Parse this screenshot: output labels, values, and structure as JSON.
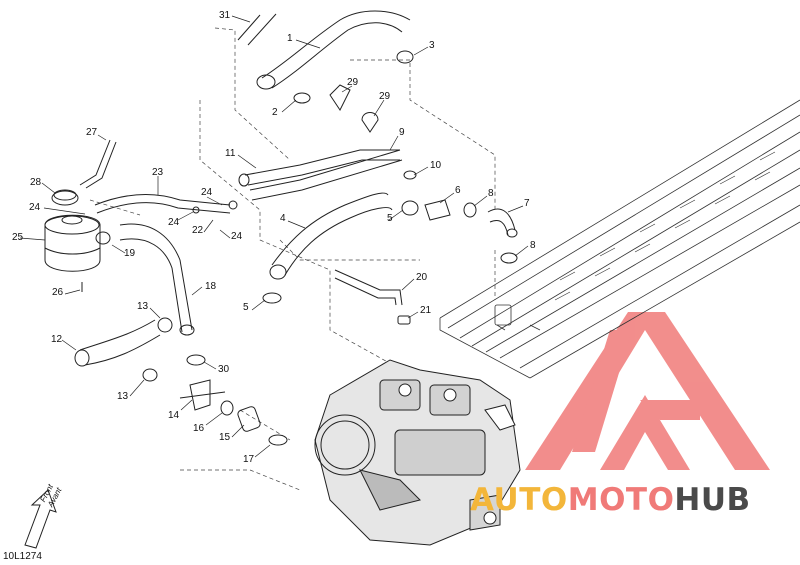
{
  "diagram": {
    "reference_code": "10L1274",
    "direction_label": {
      "line1": "Front",
      "line2": "Avant"
    },
    "watermark": {
      "part1": "AUTO",
      "part2": "MOTO",
      "part3": "HUB",
      "colors": {
        "gold": "#f3b63a",
        "salmon": "#f07a78",
        "dark": "#4a4a4a"
      }
    },
    "callouts": [
      "31",
      "1",
      "3",
      "2",
      "29",
      "29",
      "9",
      "11",
      "10",
      "27",
      "23",
      "6",
      "8",
      "7",
      "28",
      "24",
      "24",
      "24",
      "22",
      "24",
      "5",
      "4",
      "25",
      "19",
      "8",
      "18",
      "20",
      "26",
      "5",
      "21",
      "13",
      "12",
      "30",
      "13",
      "14",
      "16",
      "15",
      "17"
    ]
  }
}
